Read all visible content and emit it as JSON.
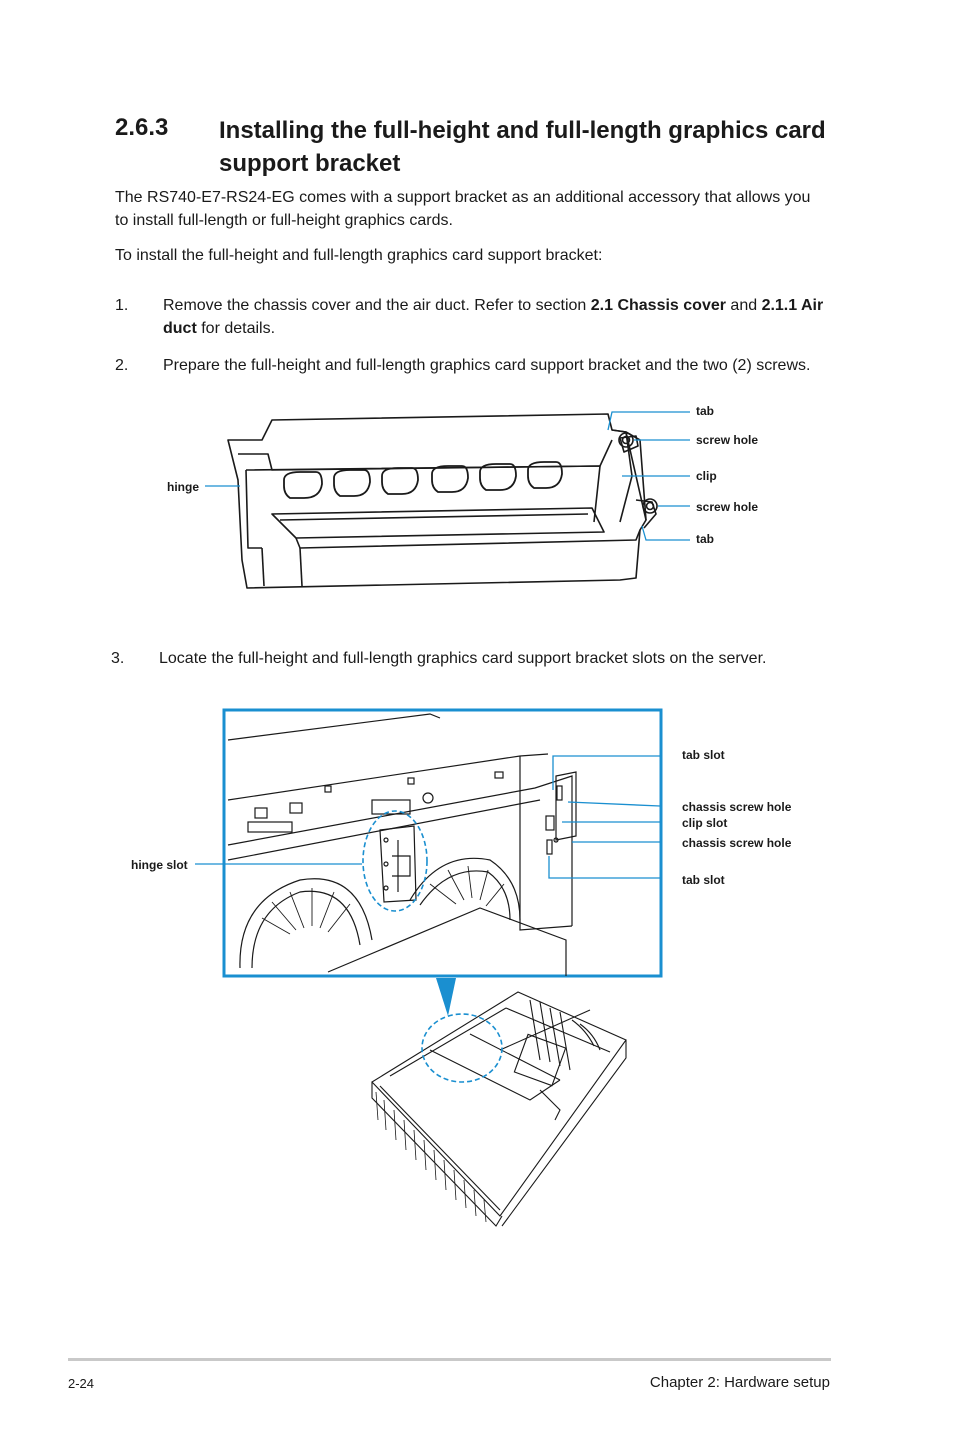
{
  "section": {
    "number": "2.6.3",
    "title": "Installing the full-height and full-length graphics card support bracket"
  },
  "intro": {
    "p1": "The RS740-E7-RS24-EG comes with a support bracket as an additional accessory that allows you to install full-length or full-height graphics cards.",
    "p2": "To install the full-height and full-length graphics card support bracket:"
  },
  "steps": [
    {
      "number": "1.",
      "text_a": "Remove the chassis cover and the air duct. Refer to section ",
      "bold_a": "2.1 Chassis cover",
      "text_b": " and ",
      "bold_b": "2.1.1 Air duct",
      "text_c": " for details."
    },
    {
      "number": "2.",
      "text": "Prepare the full-height and full-length graphics card support bracket and the two (2) screws."
    },
    {
      "number": "3.",
      "text": "Locate the full-height and full-length graphics card support bracket slots on the server."
    }
  ],
  "figure1_labels": {
    "tab_top": "tab",
    "screw_hole_top": "screw hole",
    "clip": "clip",
    "screw_hole_bottom": "screw hole",
    "tab_bottom": "tab",
    "hinge": "hinge"
  },
  "figure2_labels": {
    "tab_slot_top": "tab slot",
    "chassis_screw_hole_top": "chassis screw hole",
    "clip_slot": "clip slot",
    "chassis_screw_hole_bottom": "chassis screw hole",
    "tab_slot_bottom": "tab slot",
    "hinge_slot": "hinge slot"
  },
  "footer": {
    "page": "2-24",
    "chapter": "Chapter 2:  Hardware setup"
  },
  "colors": {
    "accent": "#1a8fd0",
    "text": "#1a1a1a",
    "rule": "#c9c9c9"
  }
}
